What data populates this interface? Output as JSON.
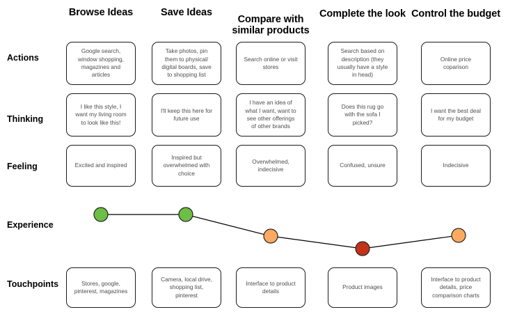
{
  "columns": [
    {
      "label": "Browse Ideas",
      "x": 95,
      "width": 100
    },
    {
      "label": "Save Ideas",
      "x": 218,
      "width": 100
    },
    {
      "label": "Compare with\nsimilar products",
      "x": 339,
      "width": 100
    },
    {
      "label": "Complete the look",
      "x": 471,
      "width": 100
    },
    {
      "label": "Control the budget",
      "x": 605,
      "width": 100
    }
  ],
  "rows": [
    {
      "label": "Actions",
      "y": 83
    },
    {
      "label": "Thinking",
      "y": 171
    },
    {
      "label": "Feeling",
      "y": 239
    },
    {
      "label": "Experience",
      "y": 323
    },
    {
      "label": "Touchpoints",
      "y": 408
    }
  ],
  "cells": {
    "actions": [
      "Google search,\nwindow shopping,\nmagazines and\narticles",
      "Take photos, pin\nthem to physical/\ndigital boards, save\nto shopping list",
      "Search online or visit\nstores",
      "Search based on\ndescription (they\nusually have  a style\nin head)",
      "Online price\ncoparison"
    ],
    "thinking": [
      "I like this style, I\nwant my living room\nto look like this!",
      "I'll keep this here for\nfuture use",
      "I have an idea of\nwhat I want, want to\nsee other offerings\nof other brands",
      "Does this rug go\nwith the sofa I\npicked?",
      "I want the best deal\nfor my budget"
    ],
    "feeling": [
      "Excited and inspired",
      "Inspired but\noverwhelmed with\nchoice",
      "Overwhelmed,\nindecisive",
      "Confused, unsure",
      "Indecisive"
    ],
    "touchpoints": [
      "Stores, google,\npinterest, magazines",
      "Camera, local drive,\nshopping list,\npinterest",
      "Interface to product\ndetails",
      "Product images",
      "Interface to product\ndetails, price\ncomparison charts"
    ]
  },
  "chart_data": {
    "type": "line",
    "title": "Experience",
    "categories": [
      "Browse Ideas",
      "Save Ideas",
      "Compare with similar products",
      "Complete the look",
      "Control the budget"
    ],
    "x": [
      145,
      267,
      389,
      521,
      659
    ],
    "y": [
      308,
      308,
      339,
      357,
      338
    ],
    "values": [
      5,
      5,
      3,
      2,
      3
    ],
    "point_colors": [
      "#6cbe45",
      "#6cbe45",
      "#fbaa5f",
      "#c4321a",
      "#fbaa5f"
    ],
    "point_labels": [
      "positive",
      "positive",
      "neutral",
      "negative",
      "neutral"
    ],
    "line_color": "#000000",
    "point_radius": 10,
    "point_stroke": "#222222",
    "ylim": [
      1,
      5
    ],
    "xlabel": "",
    "ylabel": "",
    "grid": false,
    "legend": "none"
  },
  "colors": {
    "positive": "#6cbe45",
    "neutral": "#fbaa5f",
    "negative": "#c4321a",
    "card_border": "#1a1a1a",
    "card_text": "#4d4d4d",
    "background": "#ffffff"
  },
  "card_geometry": {
    "rows": [
      {
        "key": "actions",
        "top": 60,
        "height": 62
      },
      {
        "key": "thinking",
        "top": 134,
        "height": 62
      },
      {
        "key": "feeling",
        "top": 208,
        "height": 60
      },
      {
        "key": "touchpoints",
        "top": 384,
        "height": 58
      }
    ]
  }
}
